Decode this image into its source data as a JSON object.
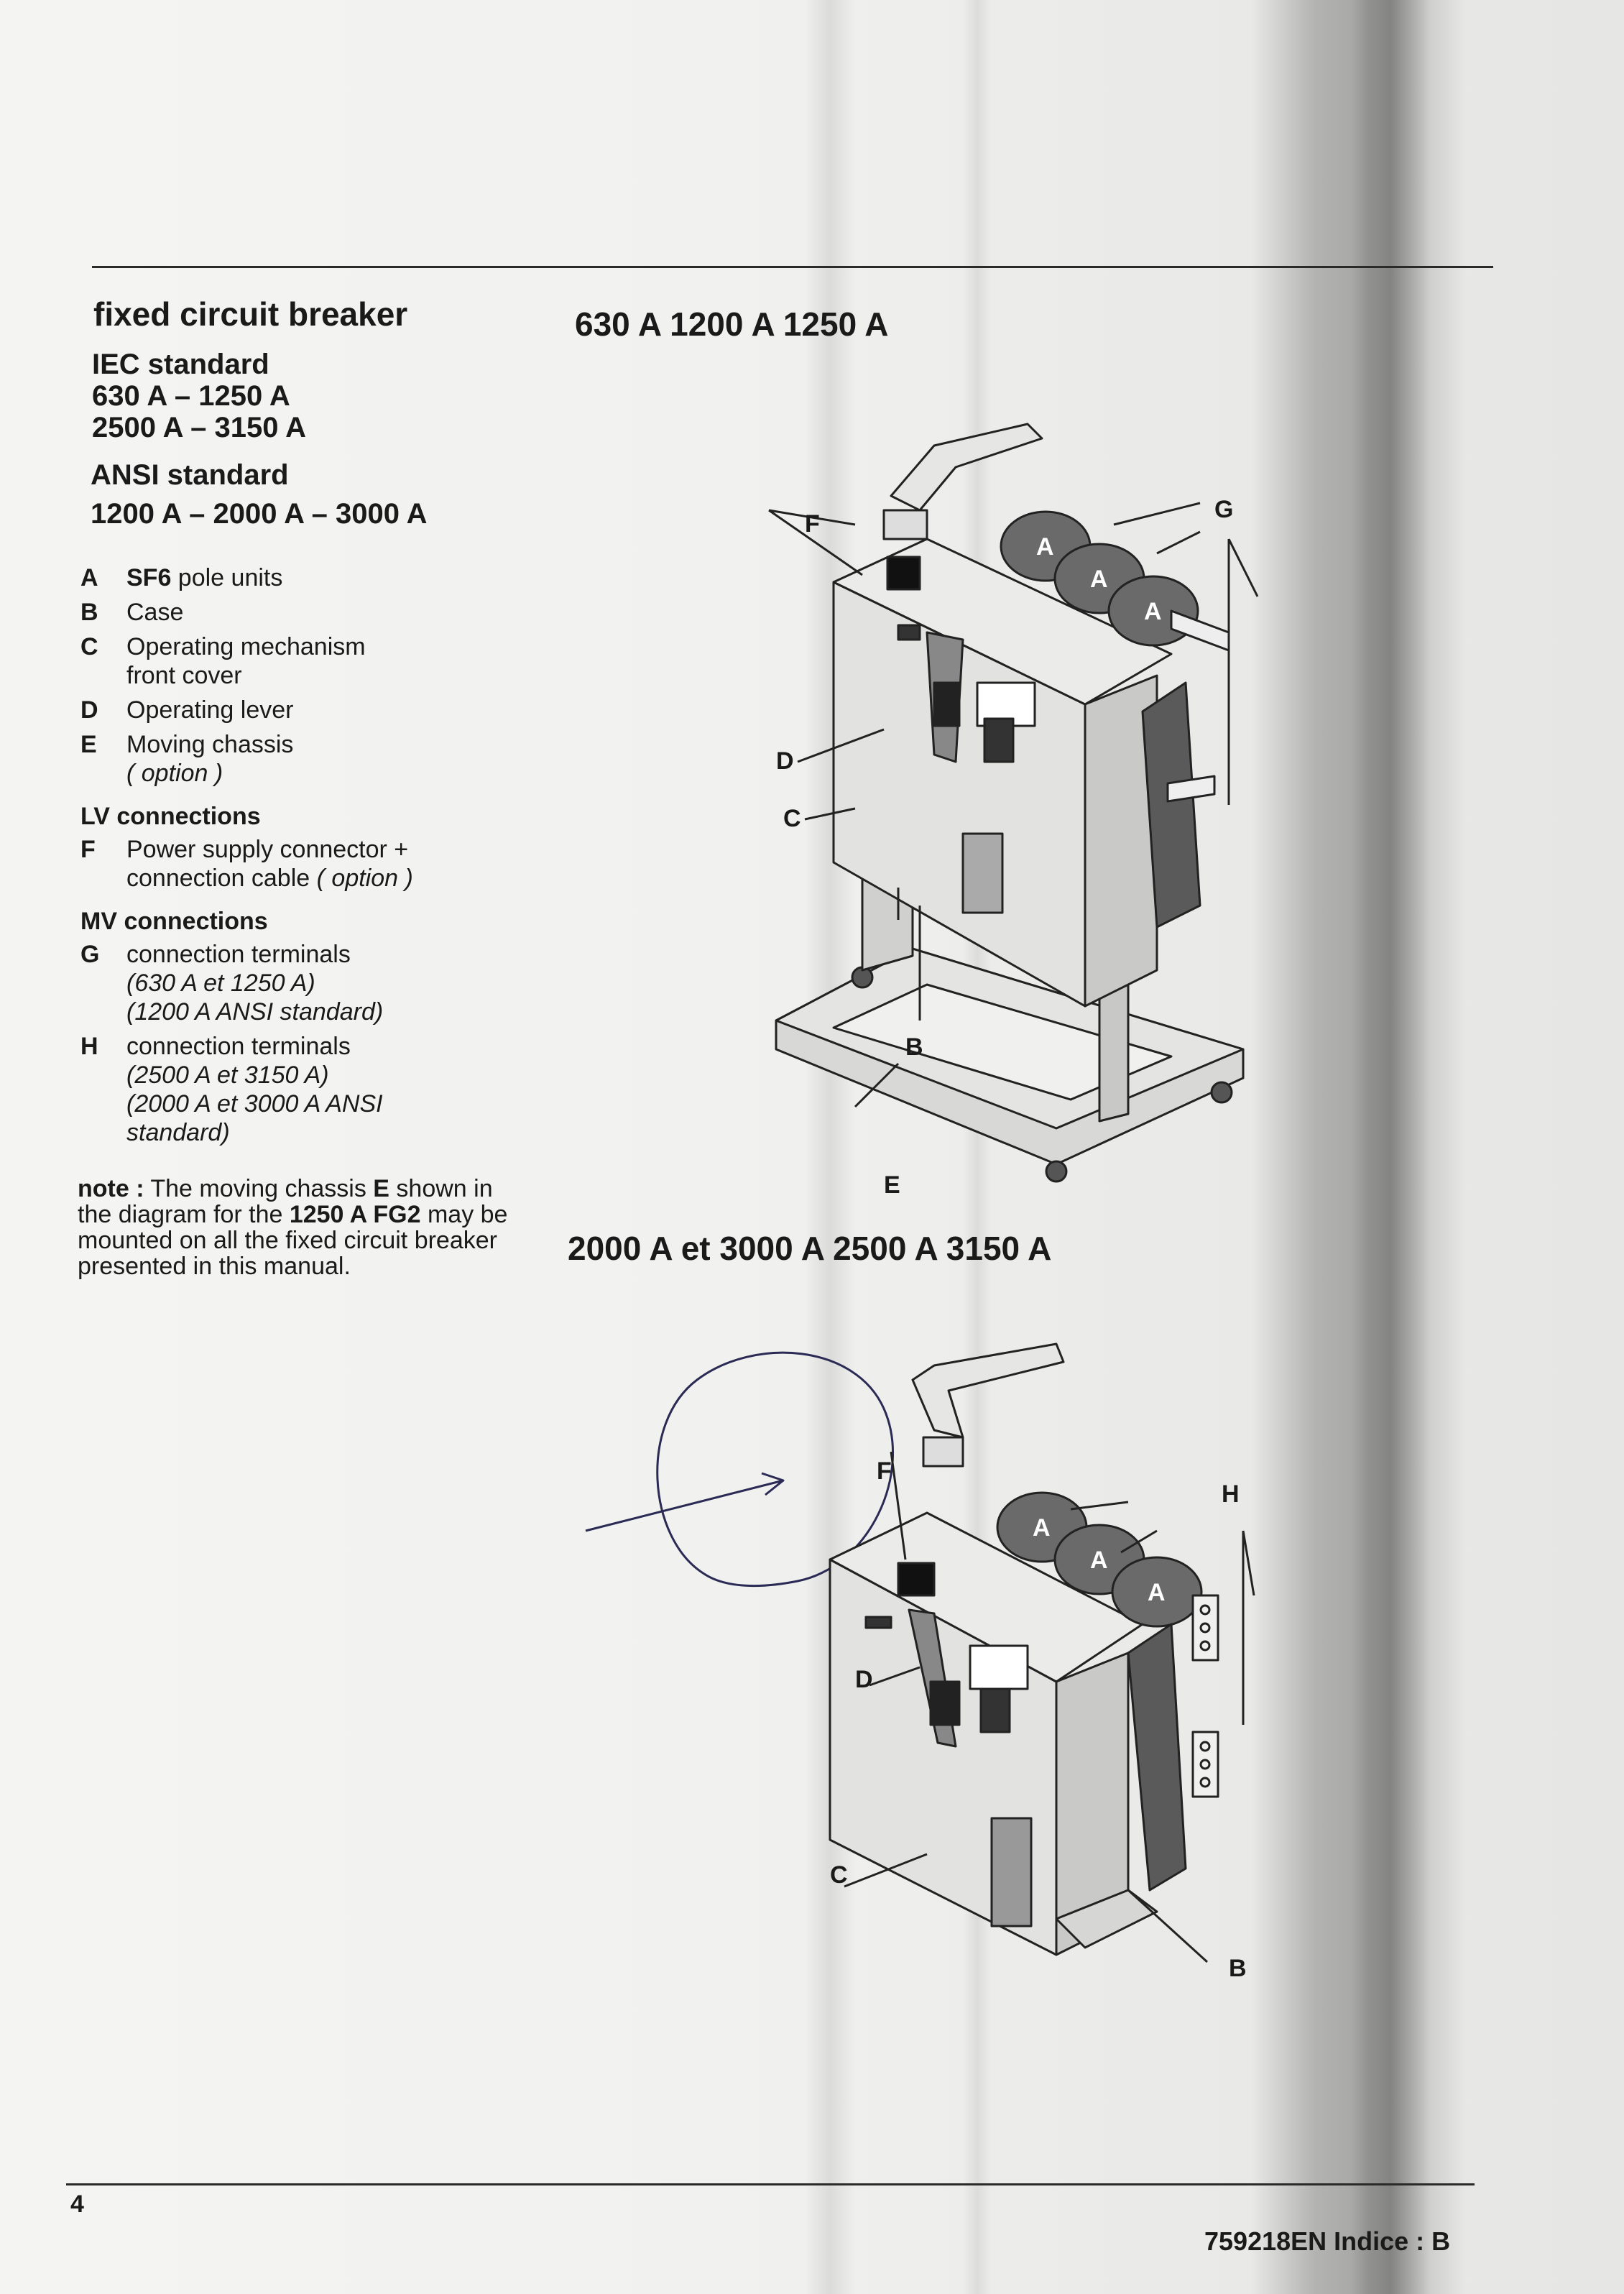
{
  "page": {
    "title": "fixed circuit breaker",
    "iec": {
      "label": "IEC standard",
      "line1": "630 A – 1250 A",
      "line2": "2500 A – 3150 A"
    },
    "ansi": {
      "label": "ANSI standard",
      "line1": "1200 A – 2000 A – 3000 A"
    },
    "legend": [
      {
        "key": "A",
        "bold_part": "SF6",
        "text": " pole units"
      },
      {
        "key": "B",
        "text": "Case"
      },
      {
        "key": "C",
        "text": "Operating mechanism\nfront cover"
      },
      {
        "key": "D",
        "text": "Operating lever"
      },
      {
        "key": "E",
        "text": "Moving chassis",
        "italic": "( option )"
      }
    ],
    "lv": {
      "title": "LV connections",
      "items": [
        {
          "key": "F",
          "text": "Power supply connector +\nconnection cable",
          "italic": "( option )"
        }
      ]
    },
    "mv": {
      "title": "MV connections",
      "items": [
        {
          "key": "G",
          "text": "connection terminals",
          "italic": "(630 A et 1250 A)\n(1200 A ANSI standard)"
        },
        {
          "key": "H",
          "text": "connection terminals",
          "italic": "(2500 A et 3150 A)\n(2000 A et 3000 A ANSI\nstandard)"
        }
      ]
    },
    "note": {
      "label": "note :",
      "part1": " The moving chassis ",
      "chassis": "E",
      "part2": " shown in the diagram for the ",
      "model": "1250 A FG2",
      "part3": " may be mounted on all the fixed circuit breaker presented in this manual."
    },
    "figure1": {
      "title": "630 A 1200 A 1250 A",
      "labels": {
        "a": "A",
        "b": "B",
        "c": "C",
        "d": "D",
        "e": "E",
        "f": "F",
        "g": "G"
      }
    },
    "figure2": {
      "title": "2000 A et 3000 A 2500 A 3150 A",
      "labels": {
        "a": "A",
        "b": "B",
        "c": "C",
        "d": "D",
        "f": "F",
        "h": "H"
      }
    },
    "footer": {
      "page_number": "4",
      "doc_ref": "759218EN  Indice : B"
    }
  }
}
